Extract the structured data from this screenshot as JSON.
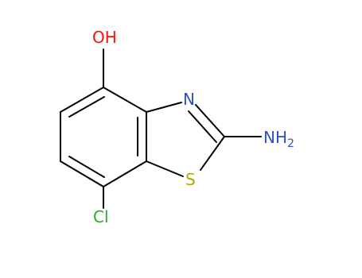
{
  "molecule": {
    "atoms": {
      "oh": {
        "symbol": "OH",
        "color": "#ff0d0d"
      },
      "n": {
        "symbol": "N",
        "color": "#3050c8"
      },
      "nh2": {
        "symbol": "NH",
        "subscript": "2",
        "color": "#3050c8"
      },
      "s": {
        "symbol": "S",
        "color": "#b4a800"
      },
      "cl": {
        "symbol": "Cl",
        "color": "#1fb01f"
      }
    },
    "bond_color": "#000000"
  }
}
